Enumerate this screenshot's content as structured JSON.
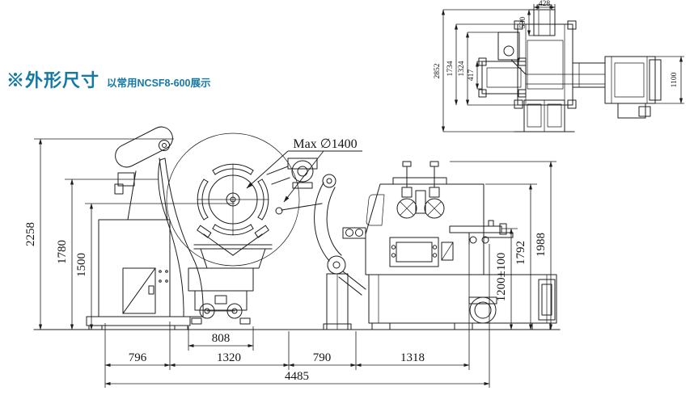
{
  "header": {
    "title": "※外形尺寸",
    "subtitle": "以常用NCSF8-600展示",
    "accent_color": "#1579a6"
  },
  "front_view": {
    "coil_label": "Max ∅1400",
    "dims": {
      "height_total": "2258",
      "height_arm": "1780",
      "height_mandrel": "1500",
      "passline": "1200±100",
      "height_body": "1792",
      "height_overall": "1988",
      "width_decoiler": "796",
      "width_coil_car": "808",
      "width_coil_section": "1320",
      "width_gap": "790",
      "width_feeder": "1318",
      "width_total": "4485"
    }
  },
  "top_view": {
    "dims": {
      "d428": "428",
      "d530": "530",
      "d1324": "1324",
      "d1734": "1734",
      "d417": "417",
      "d2852": "2852",
      "d1100": "1100"
    }
  }
}
